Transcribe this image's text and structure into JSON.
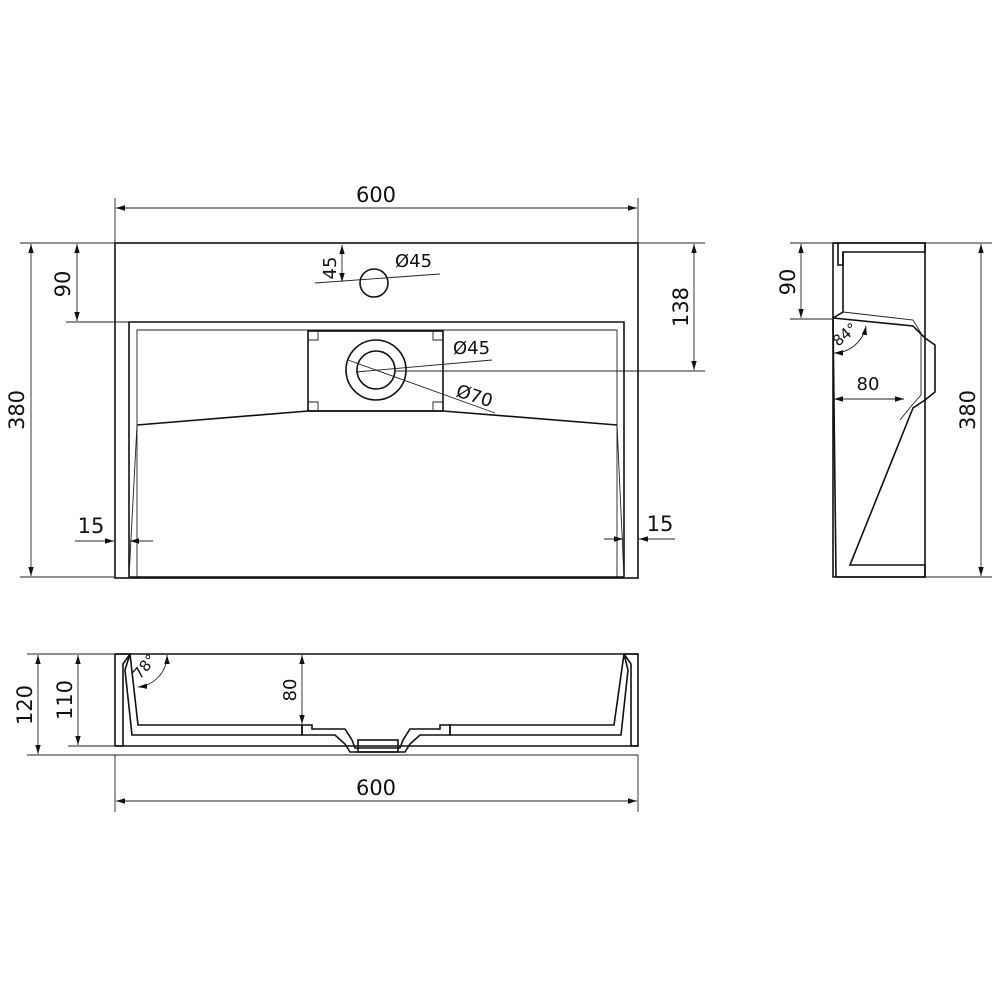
{
  "drawing": {
    "type": "technical dimension drawing",
    "subject": "wall-hung washbasin",
    "units": "mm",
    "colors": {
      "line": "#111111",
      "background": "#ffffff"
    }
  },
  "top_view": {
    "width": "600",
    "depth": "380",
    "tap_hole_offset": "90",
    "tap_hole_to_edge": "45",
    "tap_hole_diameter": "Ø45",
    "drain_diameter_inner": "Ø45",
    "drain_diameter_outer": "Ø70",
    "drain_offset": "138",
    "rim_left": "15",
    "rim_right": "15"
  },
  "side_view": {
    "depth": "380",
    "tap_offset": "90",
    "angle": "84°",
    "bowl_width": "80"
  },
  "front_section": {
    "width": "600",
    "total_height": "120",
    "inner_height": "110",
    "bowl_depth": "80",
    "wall_angle": "78°"
  }
}
